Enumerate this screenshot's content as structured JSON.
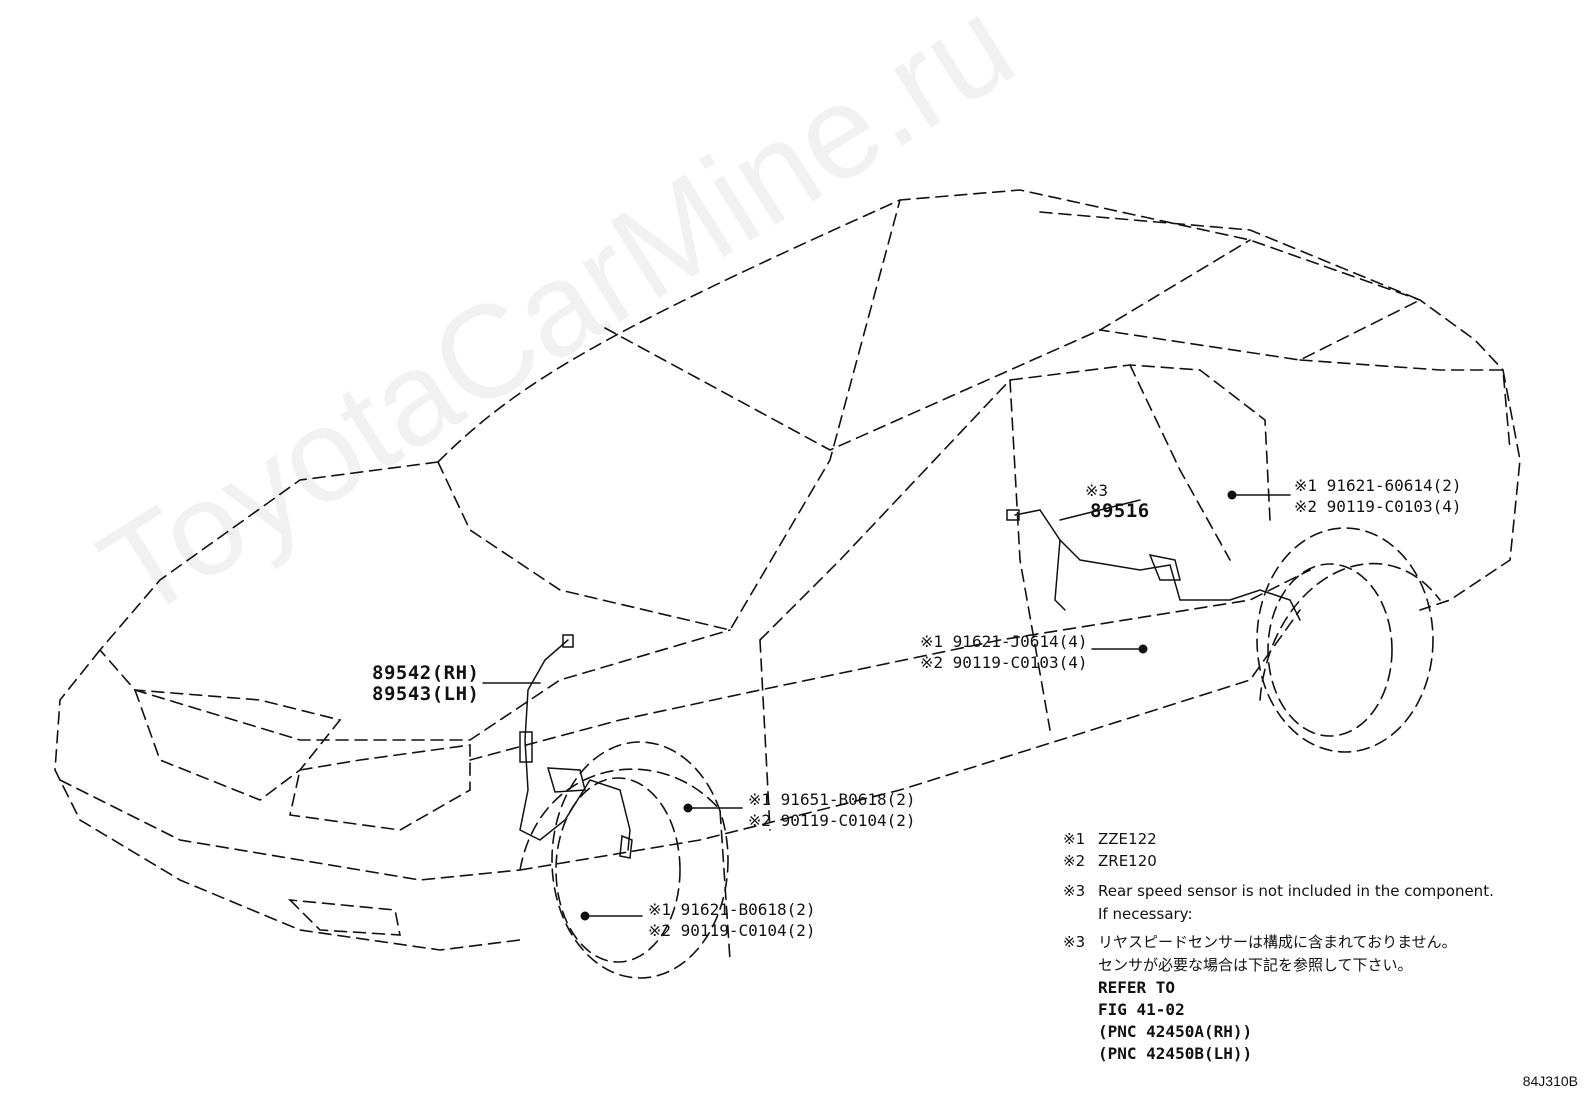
{
  "watermark": "ToyotaCarMine.ru",
  "figure_id": "84J310B",
  "labels": {
    "rh_part": "89542(RH)",
    "lh_part": "89543(LH)",
    "rear_mark": "※3",
    "rear_part": "89516",
    "rear_top_bolt_1": "※1 91621-60614(2)",
    "rear_top_bolt_2": "※2 90119-C0103(4)",
    "rear_mid_bolt_1": "※1 91621-J0614(4)",
    "rear_mid_bolt_2": "※2 90119-C0103(4)",
    "front_upper_bolt_1": "※1 91651-B0618(2)",
    "front_upper_bolt_2": "※2 90119-C0104(2)",
    "front_lower_bolt_1": "※1 91621-B0618(2)",
    "front_lower_bolt_2": "※2 90119-C0104(2)"
  },
  "notes": {
    "n1_mark": "※1",
    "n1_text": "ZZE122",
    "n2_mark": "※2",
    "n2_text": "ZRE120",
    "n3_mark": "※3",
    "n3_text": "Rear speed sensor is not included in the component.",
    "n3_text2": "If necessary:",
    "n4_mark": "※3",
    "n4_text": "リヤスピードセンサーは構成に含まれておりません。",
    "n4_text2": "センサが必要な場合は下記を参照して下さい。",
    "refer_1": "REFER TO",
    "refer_2": "FIG 41-02",
    "refer_3": "(PNC 42450A(RH))",
    "refer_4": "(PNC 42450B(LH))"
  }
}
